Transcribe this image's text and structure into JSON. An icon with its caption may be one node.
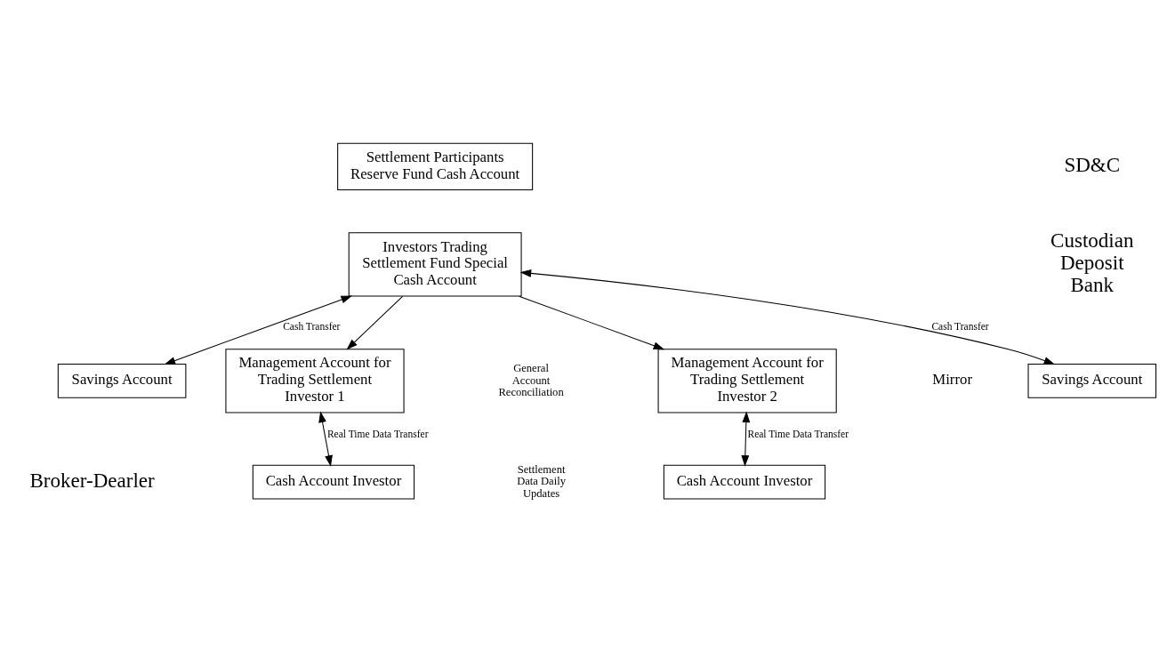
{
  "diagram": {
    "nodes": [
      {
        "text": [
          "Settlement Participants Reserve Fund Cash Account"
        ]
      },
      {
        "text": [
          "Investors Trading Settlement Fund Special Cash Account"
        ]
      },
      {
        "text": [
          "Savings Account"
        ]
      },
      {
        "text": [
          "Savings Account"
        ]
      },
      {
        "text": [
          "Management Account for Trading Settlement Investor 1"
        ]
      },
      {
        "text": [
          "Management Account for Trading Settlement Investor 2"
        ]
      },
      {
        "text": [
          "Cash Account Investor"
        ]
      },
      {
        "text": [
          "Cash Account Investor"
        ]
      }
    ],
    "edges": [
      {
        "from": 1,
        "to": 2,
        "arrow": "both",
        "label": "Cash Transfer"
      },
      {
        "from": 1,
        "to": 3,
        "arrow": "both",
        "label": "Cash Transfer"
      },
      {
        "from": 1,
        "to": 4,
        "arrow": "to"
      },
      {
        "from": 1,
        "to": 5,
        "arrow": "to"
      },
      {
        "from": 4,
        "to": 6,
        "arrow": "both",
        "label": "Real Time Data Transfer"
      },
      {
        "from": 5,
        "to": 7,
        "arrow": "both",
        "label": "Real Time Data Transfer"
      }
    ],
    "labels": [
      "SD&C",
      "Custodian Deposit Bank",
      "Broker-Dearler",
      "General Account Reconciliation",
      "Settlement Data Daily Updates",
      "Mirror"
    ]
  }
}
